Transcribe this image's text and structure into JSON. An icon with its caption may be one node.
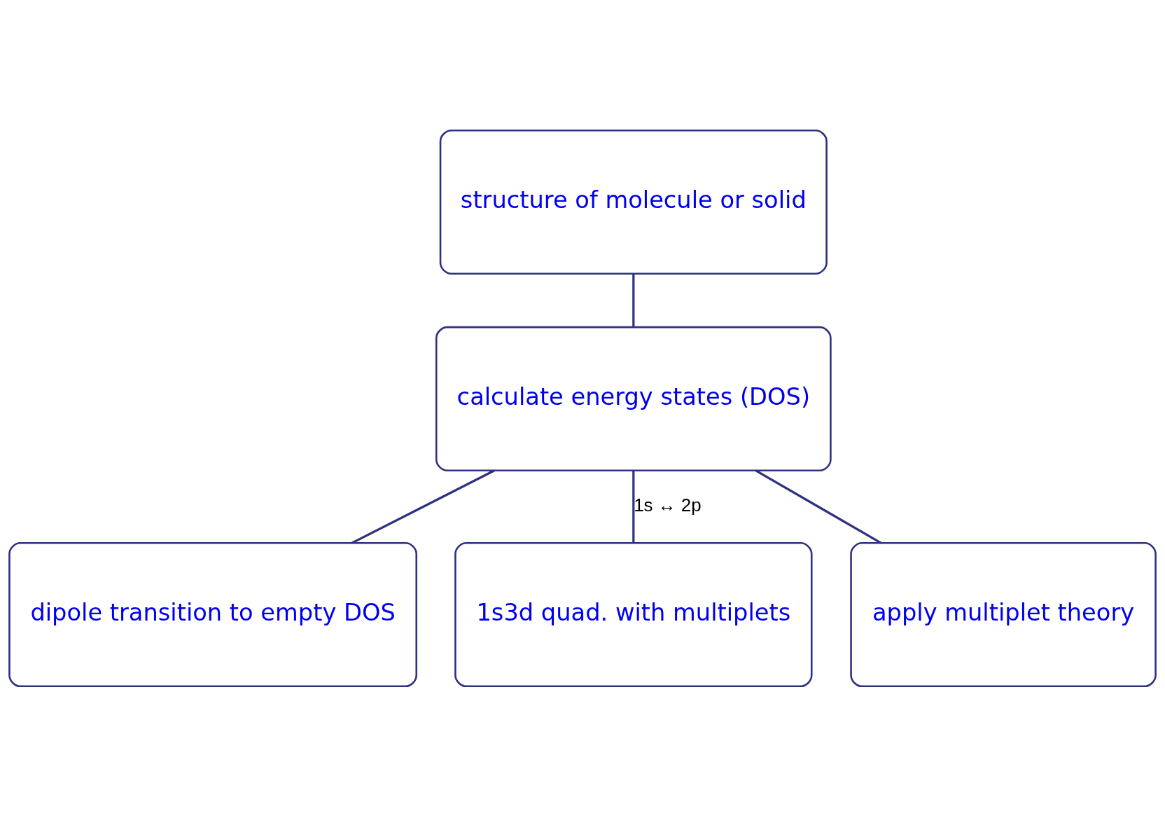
{
  "diagram": {
    "nodes": [
      {
        "text": [
          "structure of molecule or solid"
        ]
      },
      {
        "text": [
          "calculate energy states (DOS)"
        ]
      },
      {
        "text": [
          "dipole transition to empty DOS"
        ]
      },
      {
        "text": [
          "1s3d quad. with multiplets"
        ]
      },
      {
        "text": [
          "apply multiplet theory"
        ]
      }
    ],
    "edges": [
      {
        "from": 0,
        "to": 1,
        "arrow": "none"
      },
      {
        "from": 1,
        "to": 2,
        "arrow": "none"
      },
      {
        "from": 1,
        "to": 3,
        "arrow": "none",
        "label": "1s ↔ 2p"
      },
      {
        "from": 1,
        "to": 4,
        "arrow": "none"
      }
    ]
  }
}
